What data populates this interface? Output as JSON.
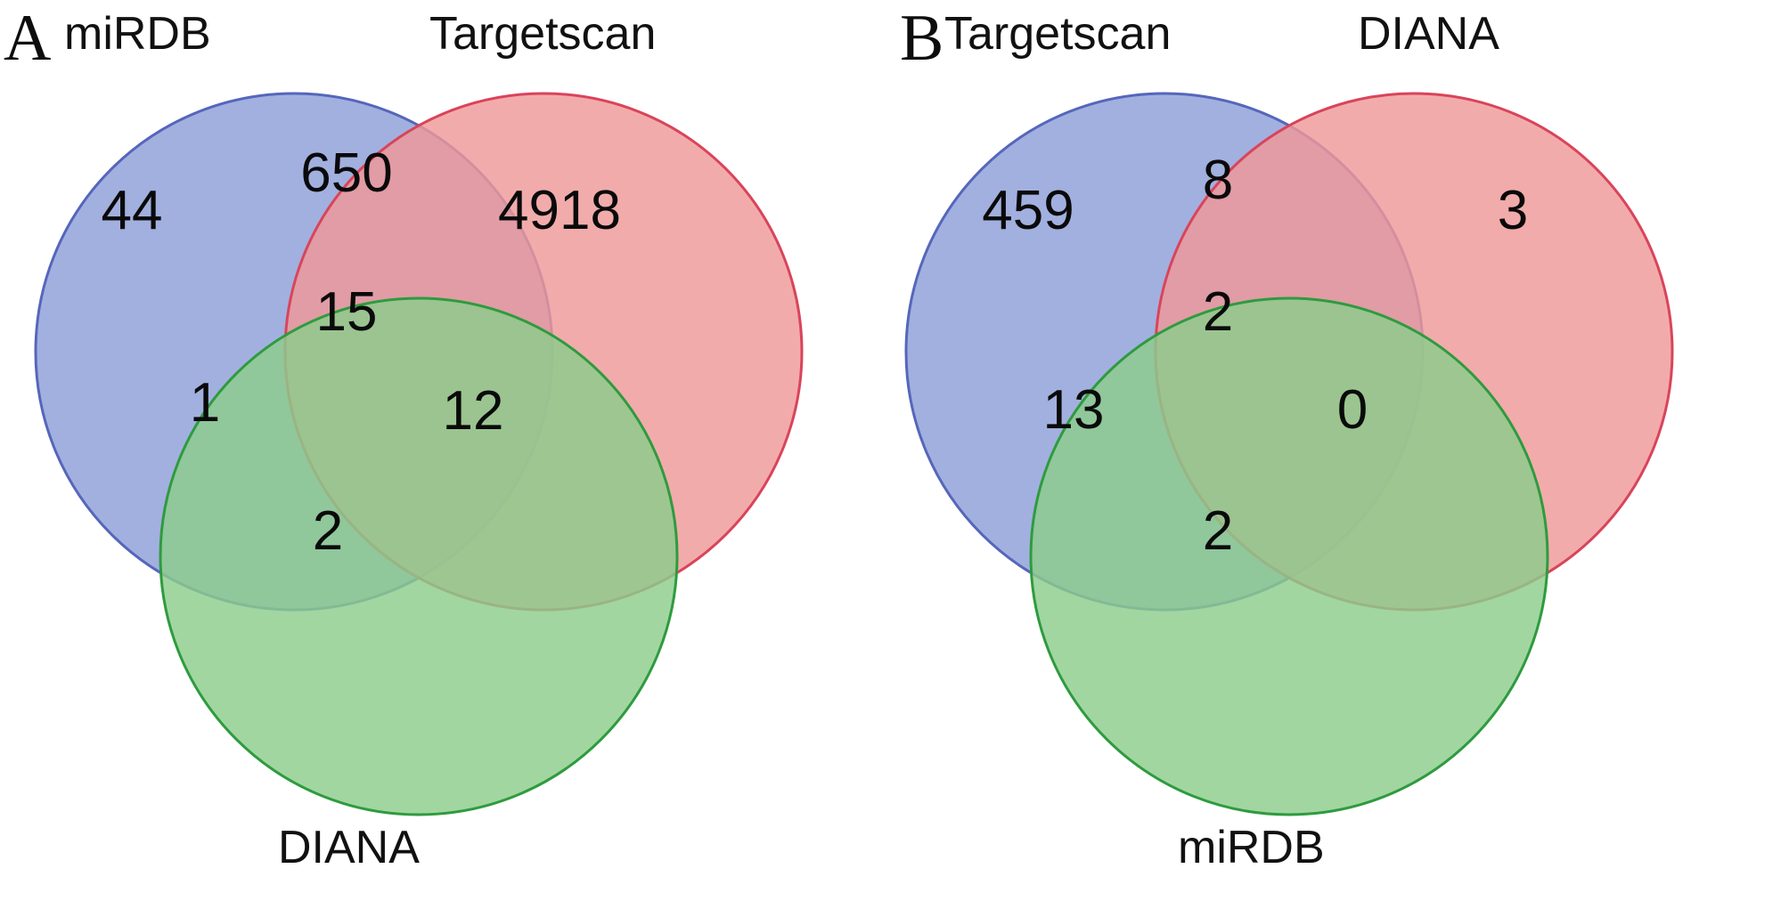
{
  "figure": {
    "background_color": "#ffffff",
    "panel_count": 2
  },
  "colors": {
    "blue_fill": "#8e9fd8",
    "blue_stroke": "#5566bb",
    "red_fill": "#ef9898",
    "red_stroke": "#d9445a",
    "green_fill": "#8ccd8c",
    "green_stroke": "#2e9b3e",
    "text": "#0a0a0a"
  },
  "panels": [
    {
      "letter": "A",
      "sets": [
        {
          "name": "miRDB",
          "color": "blue",
          "position": "top-left"
        },
        {
          "name": "Targetscan",
          "color": "red",
          "position": "top-right"
        },
        {
          "name": "DIANA",
          "color": "green",
          "position": "bottom"
        }
      ],
      "labels": {
        "top_left": "miRDB",
        "top_right": "Targetscan",
        "bottom": "DIANA"
      },
      "counts": {
        "blue_only": "44",
        "red_only": "4918",
        "green_only": "2",
        "blue_red": "650",
        "blue_green": "1",
        "red_green": "12",
        "all_three": "15"
      }
    },
    {
      "letter": "B",
      "sets": [
        {
          "name": "Targetscan",
          "color": "blue",
          "position": "top-left"
        },
        {
          "name": "DIANA",
          "color": "red",
          "position": "top-right"
        },
        {
          "name": "miRDB",
          "color": "green",
          "position": "bottom"
        }
      ],
      "labels": {
        "top_left": "Targetscan",
        "top_right": "DIANA",
        "bottom": "miRDB"
      },
      "counts": {
        "blue_only": "459",
        "red_only": "3",
        "green_only": "2",
        "blue_red": "8",
        "blue_green": "13",
        "red_green": "0",
        "all_three": "2"
      }
    }
  ],
  "chart_data": {
    "type": "venn",
    "title": "",
    "panels": [
      {
        "label": "A",
        "sets": [
          "miRDB",
          "Targetscan",
          "DIANA"
        ],
        "regions": [
          {
            "region": "miRDB only",
            "value": 44
          },
          {
            "region": "Targetscan only",
            "value": 4918
          },
          {
            "region": "DIANA only",
            "value": 2
          },
          {
            "region": "miRDB ∩ Targetscan",
            "value": 650
          },
          {
            "region": "miRDB ∩ DIANA",
            "value": 1
          },
          {
            "region": "Targetscan ∩ DIANA",
            "value": 12
          },
          {
            "region": "miRDB ∩ Targetscan ∩ DIANA",
            "value": 15
          }
        ]
      },
      {
        "label": "B",
        "sets": [
          "Targetscan",
          "DIANA",
          "miRDB"
        ],
        "regions": [
          {
            "region": "Targetscan only",
            "value": 459
          },
          {
            "region": "DIANA only",
            "value": 3
          },
          {
            "region": "miRDB only",
            "value": 2
          },
          {
            "region": "Targetscan ∩ DIANA",
            "value": 8
          },
          {
            "region": "Targetscan ∩ miRDB",
            "value": 13
          },
          {
            "region": "DIANA ∩ miRDB",
            "value": 0
          },
          {
            "region": "Targetscan ∩ DIANA ∩ miRDB",
            "value": 2
          }
        ]
      }
    ]
  }
}
